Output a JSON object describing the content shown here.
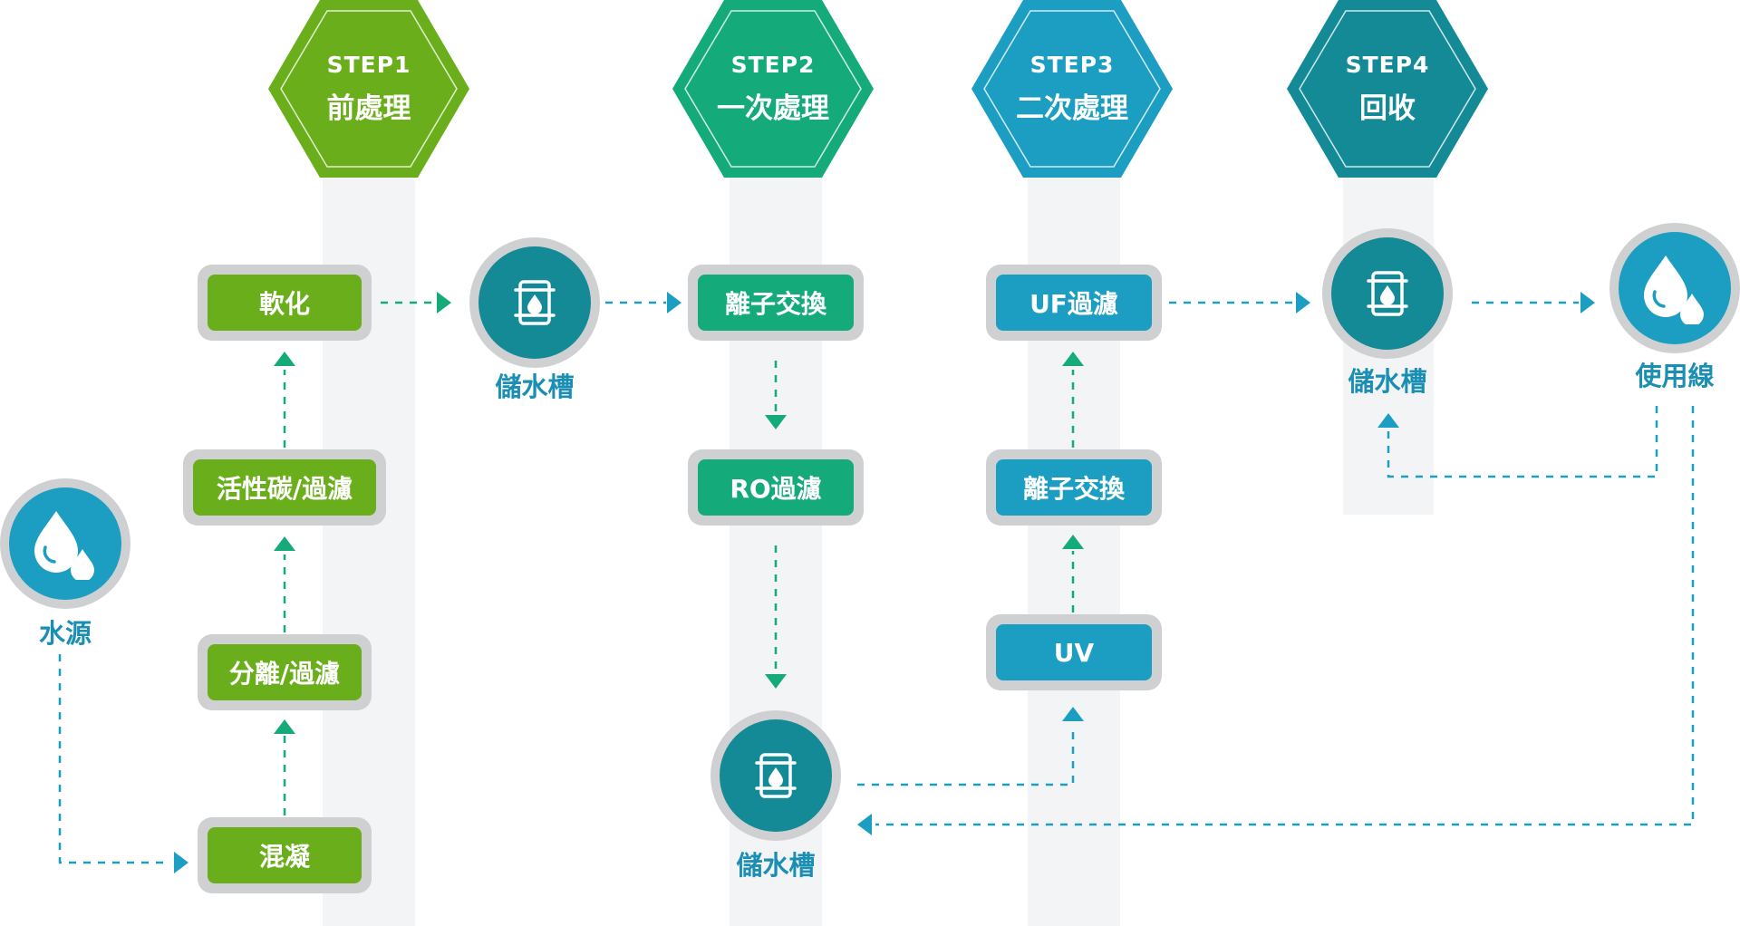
{
  "colors": {
    "step1": "#6aaf1b",
    "step2": "#14aa7a",
    "step3": "#1c9ec2",
    "step4": "#138a96",
    "frame": "#cfd0d1",
    "band": "#f3f4f5",
    "label": "#1a8fb3",
    "connector_green": "#14aa7a",
    "connector_blue": "#1c9ec2"
  },
  "steps": [
    {
      "step": "STEP1",
      "name": "前處理"
    },
    {
      "step": "STEP2",
      "name": "一次處理"
    },
    {
      "step": "STEP3",
      "name": "二次處理"
    },
    {
      "step": "STEP4",
      "name": "回收"
    }
  ],
  "step1_processes": [
    "軟化",
    "活性碳/過濾",
    "分離/過濾",
    "混凝"
  ],
  "step2_processes": [
    "離子交換",
    "RO過濾"
  ],
  "step3_processes": [
    "UF過濾",
    "離子交換",
    "UV"
  ],
  "nodes": {
    "source": {
      "label": "水源",
      "icon": "water-drop-icon"
    },
    "tank_a": {
      "label": "儲水槽",
      "icon": "water-tank-icon"
    },
    "tank_b": {
      "label": "儲水槽",
      "icon": "water-tank-icon"
    },
    "tank_c": {
      "label": "儲水槽",
      "icon": "water-tank-icon"
    },
    "use_line": {
      "label": "使用線",
      "icon": "water-drop-icon"
    }
  }
}
